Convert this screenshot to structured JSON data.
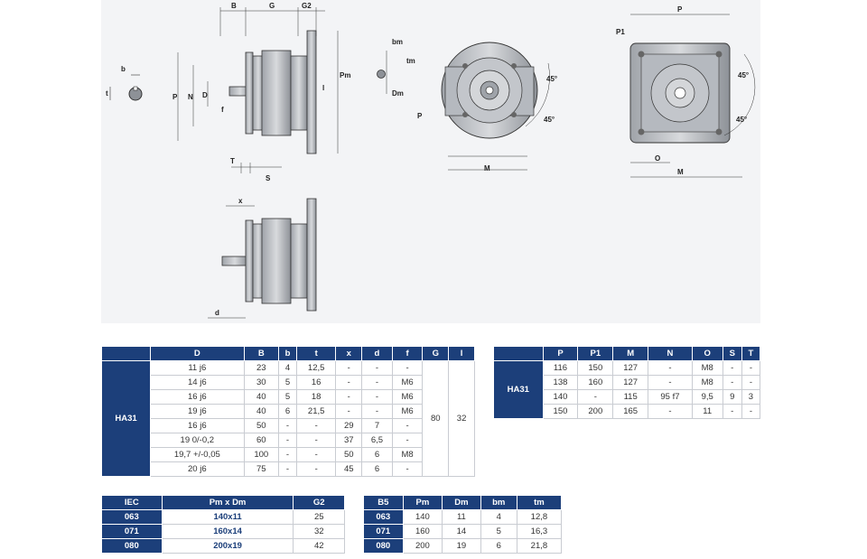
{
  "drawing": {
    "labels_side": [
      "B",
      "G",
      "G2",
      "b",
      "t",
      "P",
      "N",
      "D",
      "f",
      "Pm",
      "l",
      "T",
      "S"
    ],
    "labels_key": [
      "bm",
      "tm",
      "Dm"
    ],
    "labels_front": [
      "P",
      "M",
      "45°",
      "45°"
    ],
    "labels_square": [
      "P",
      "P1",
      "O",
      "M",
      "45°",
      "45°"
    ],
    "labels_lower": [
      "x",
      "d"
    ]
  },
  "table1": {
    "headers": [
      "",
      "D",
      "B",
      "b",
      "t",
      "x",
      "d",
      "f",
      "G",
      "l"
    ],
    "row_label": "HA31",
    "rows": [
      [
        "11 j6",
        "23",
        "4",
        "12,5",
        "-",
        "-",
        "-"
      ],
      [
        "14 j6",
        "30",
        "5",
        "16",
        "-",
        "-",
        "M6"
      ],
      [
        "16 j6",
        "40",
        "5",
        "18",
        "-",
        "-",
        "M6"
      ],
      [
        "19 j6",
        "40",
        "6",
        "21,5",
        "-",
        "-",
        "M6"
      ],
      [
        "16 j6",
        "50",
        "-",
        "-",
        "29",
        "7",
        "-"
      ],
      [
        "19 0/-0,2",
        "60",
        "-",
        "-",
        "37",
        "6,5",
        "-"
      ],
      [
        "19,7 +/-0,05",
        "100",
        "-",
        "-",
        "50",
        "6",
        "M8"
      ],
      [
        "20 j6",
        "75",
        "-",
        "-",
        "45",
        "6",
        "-"
      ]
    ],
    "G": "80",
    "l": "32"
  },
  "table2": {
    "headers": [
      "",
      "P",
      "P1",
      "M",
      "N",
      "O",
      "S",
      "T"
    ],
    "row_label": "HA31",
    "rows": [
      [
        "116",
        "150",
        "127",
        "-",
        "M8",
        "-",
        "-"
      ],
      [
        "138",
        "160",
        "127",
        "-",
        "M8",
        "-",
        "-"
      ],
      [
        "140",
        "-",
        "115",
        "95 f7",
        "9,5",
        "9",
        "3"
      ],
      [
        "150",
        "200",
        "165",
        "-",
        "11",
        "-",
        "-"
      ]
    ]
  },
  "table3": {
    "headers": [
      "IEC",
      "Pm x Dm",
      "G2"
    ],
    "rows": [
      [
        "063",
        "140x11",
        "25"
      ],
      [
        "071",
        "160x14",
        "32"
      ],
      [
        "080",
        "200x19",
        "42"
      ]
    ]
  },
  "table4": {
    "headers": [
      "B5",
      "Pm",
      "Dm",
      "bm",
      "tm"
    ],
    "rows": [
      [
        "063",
        "140",
        "11",
        "4",
        "12,8"
      ],
      [
        "071",
        "160",
        "14",
        "5",
        "16,3"
      ],
      [
        "080",
        "200",
        "19",
        "6",
        "21,8"
      ]
    ]
  },
  "colors": {
    "header": "#1c3f7a",
    "grid": "#c9ccd2",
    "drawing_bg": "#f3f4f6"
  }
}
